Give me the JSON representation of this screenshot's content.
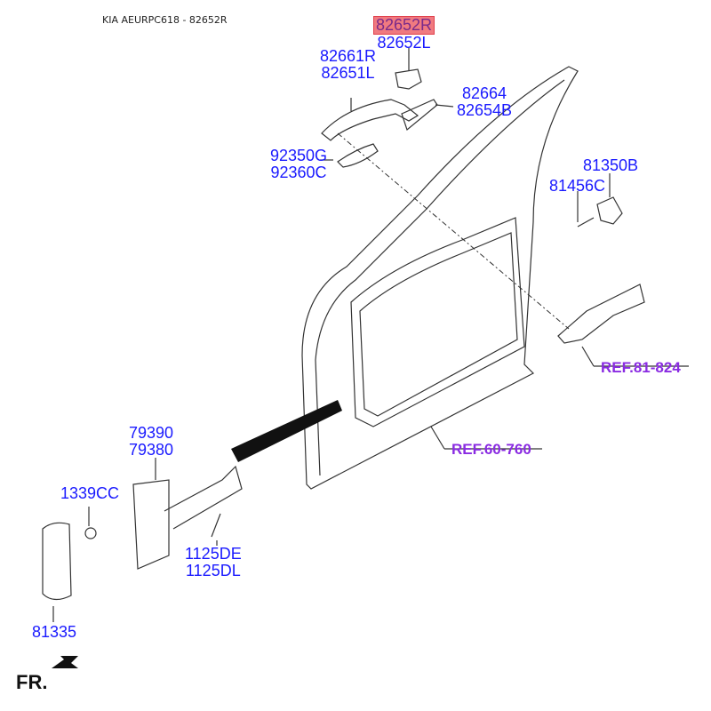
{
  "header": {
    "title": "KIA AEURPC618 - 82652R"
  },
  "callouts": {
    "cap": {
      "highlighted": "82652R",
      "alt": "82652L"
    },
    "handle": {
      "line1": "82661R",
      "line2": "82651L"
    },
    "pad": {
      "line1": "82664",
      "line2": "82654B"
    },
    "bezel": {
      "line1": "92350G",
      "line2": "92360C"
    },
    "striker": {
      "line1": "81350B"
    },
    "striker_bolt": {
      "line1": "81456C"
    },
    "checker": {
      "line1": "79390",
      "line2": "79380"
    },
    "nut": {
      "line1": "1339CC"
    },
    "bolt": {
      "line1": "1125DE",
      "line2": "1125DL"
    },
    "bumper": {
      "line1": "81335"
    }
  },
  "references": {
    "latch": "REF.81-824",
    "door": "REF.60-760"
  },
  "orientation": {
    "label": "FR."
  },
  "colors": {
    "callout": "#1a1aff",
    "reference": "#8a2be2",
    "highlight": "#f07a80"
  }
}
